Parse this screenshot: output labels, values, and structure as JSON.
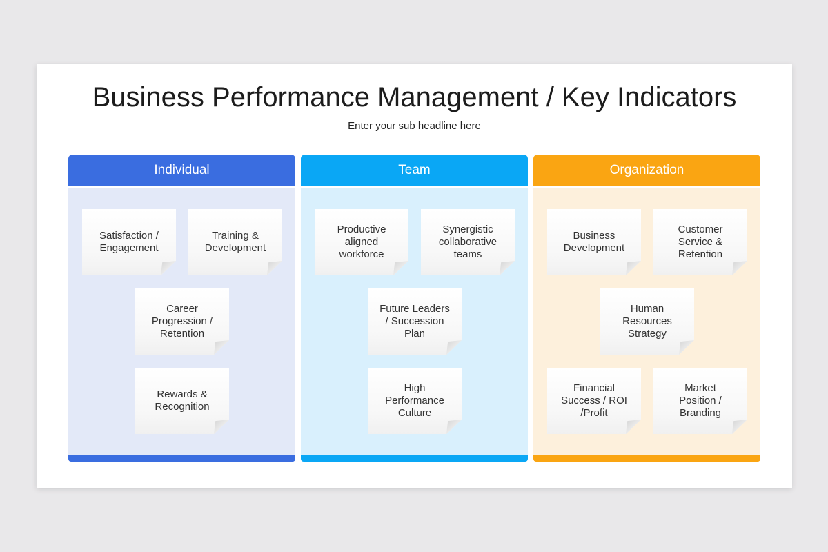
{
  "title": "Business Performance Management / Key Indicators",
  "subtitle": "Enter your sub headline here",
  "columns": [
    {
      "label": "Individual",
      "color": "#3a6de0",
      "body_color": "#e3e9f8",
      "notes": [
        "Satisfaction /\nEngagement",
        "Training &\nDevelopment",
        "Career\nProgression /\nRetention",
        "Rewards &\nRecognition"
      ]
    },
    {
      "label": "Team",
      "color": "#0aa7f5",
      "body_color": "#d9f0fd",
      "notes": [
        "Productive\naligned\nworkforce",
        "Synergistic\ncollaborative\nteams",
        "Future Leaders\n/ Succession\nPlan",
        "High\nPerformance\nCulture"
      ]
    },
    {
      "label": "Organization",
      "color": "#faa512",
      "body_color": "#fdf0dc",
      "notes": [
        "Business\nDevelopment",
        "Customer\nService &\nRetention",
        "Human\nResources\nStrategy",
        "Financial\nSuccess  / ROI\n/Profit",
        "Market\nPosition /\nBranding"
      ]
    }
  ]
}
